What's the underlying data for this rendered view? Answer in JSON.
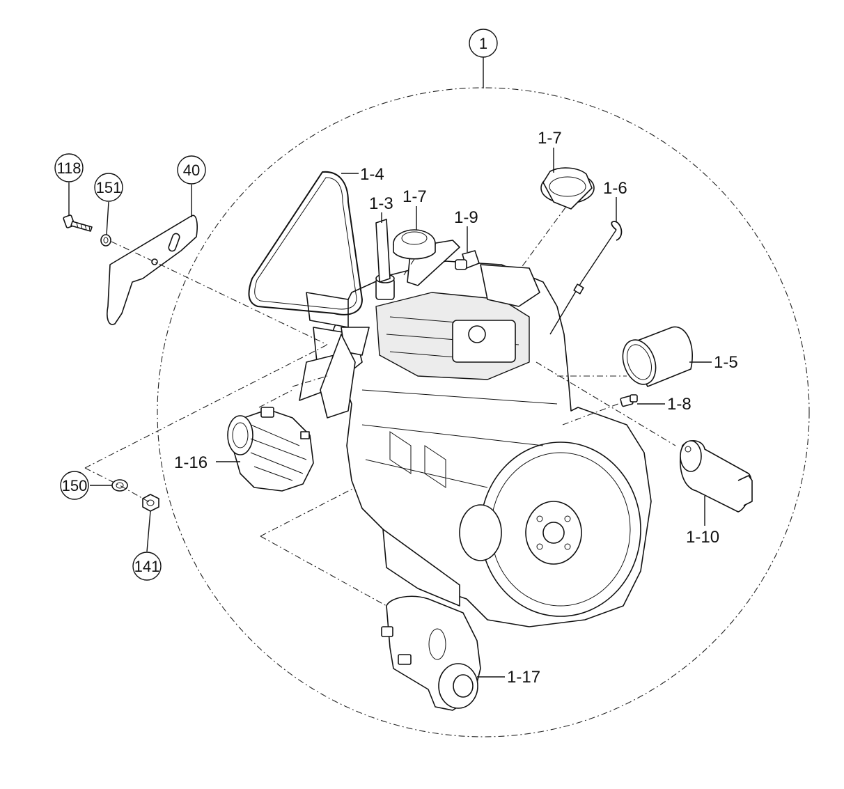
{
  "diagram": {
    "assembly_label": "1",
    "callouts": {
      "c118": "118",
      "c151": "151",
      "c40": "40",
      "c150": "150",
      "c141": "141"
    },
    "part_labels": {
      "p1_3": "1-3",
      "p1_4": "1-4",
      "p1_5": "1-5",
      "p1_6": "1-6",
      "p1_7a": "1-7",
      "p1_7b": "1-7",
      "p1_8": "1-8",
      "p1_9": "1-9",
      "p1_10": "1-10",
      "p1_16": "1-16",
      "p1_17": "1-17"
    }
  }
}
